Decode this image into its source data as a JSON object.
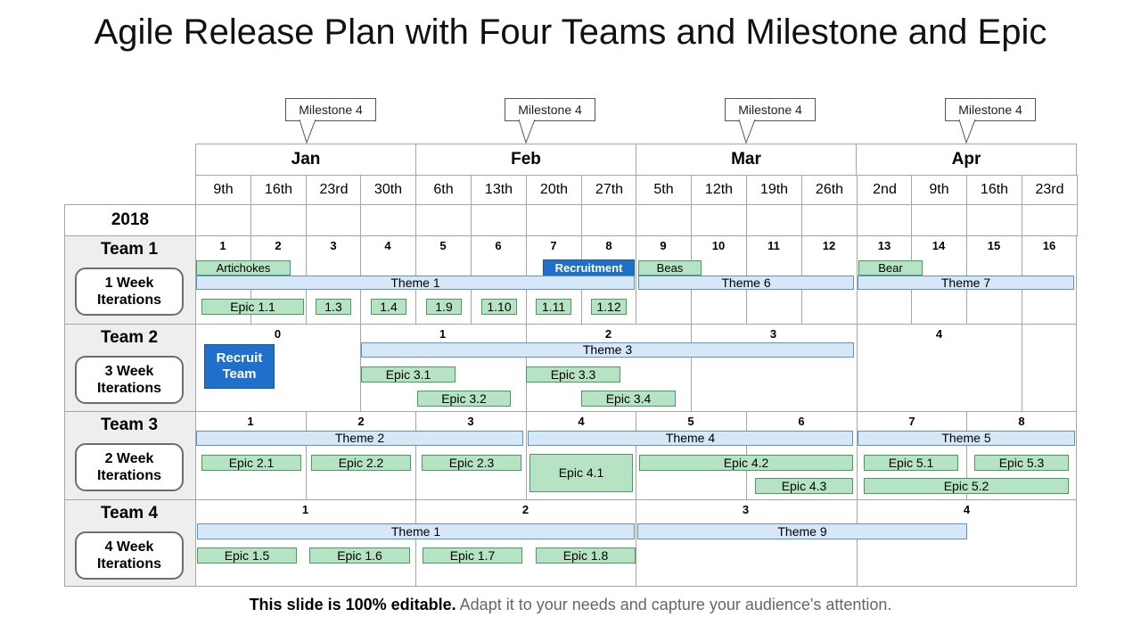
{
  "title": "Agile Release Plan with Four Teams and Milestone and Epic",
  "milestones": [
    "Milestone 4",
    "Milestone 4",
    "Milestone 4",
    "Milestone 4"
  ],
  "months": [
    "Jan",
    "Feb",
    "Mar",
    "Apr"
  ],
  "weeks": [
    "9th",
    "16th",
    "23rd",
    "30th",
    "6th",
    "13th",
    "20th",
    "27th",
    "5th",
    "12th",
    "19th",
    "26th",
    "2nd",
    "9th",
    "16th",
    "23rd"
  ],
  "year": "2018",
  "teams": [
    {
      "name": "Team 1",
      "cadence": "1 Week Iterations",
      "iterations": [
        "1",
        "2",
        "3",
        "4",
        "5",
        "6",
        "7",
        "8",
        "9",
        "10",
        "11",
        "12",
        "13",
        "14",
        "15",
        "16"
      ]
    },
    {
      "name": "Team 2",
      "cadence": "3 Week Iterations",
      "iterations": [
        "0",
        "1",
        "2",
        "3",
        "4"
      ]
    },
    {
      "name": "Team 3",
      "cadence": "2 Week Iterations",
      "iterations": [
        "1",
        "2",
        "3",
        "4",
        "5",
        "6",
        "7",
        "8"
      ]
    },
    {
      "name": "Team 4",
      "cadence": "4 Week Iterations",
      "iterations": [
        "1",
        "2",
        "3",
        "4"
      ]
    }
  ],
  "team1": {
    "bars": [
      "Artichokes",
      "Recruitment",
      "Beas",
      "Bear",
      "Theme 1",
      "Theme 6",
      "Theme 7",
      "Epic 1.1",
      "1.3",
      "1.4",
      "1.9",
      "1.10",
      "1.11",
      "1.12"
    ]
  },
  "team2": {
    "bars": [
      "Recruit Team",
      "Theme 3",
      "Epic 3.1",
      "Epic 3.3",
      "Epic 3.2",
      "Epic 3.4"
    ]
  },
  "team3": {
    "bars": [
      "Theme 2",
      "Theme 4",
      "Theme 5",
      "Epic 2.1",
      "Epic 2.2",
      "Epic 2.3",
      "Epic 4.1",
      "Epic 4.2",
      "Epic 5.1",
      "Epic 5.3",
      "Epic 4.3",
      "Epic 5.2"
    ]
  },
  "team4": {
    "bars": [
      "Theme 1",
      "Theme 9",
      "Epic 1.5",
      "Epic 1.6",
      "Epic 1.7",
      "Epic 1.8"
    ]
  },
  "footer": {
    "bold": "This slide is 100% editable.",
    "rest": " Adapt it to your needs and capture your audience's attention."
  }
}
